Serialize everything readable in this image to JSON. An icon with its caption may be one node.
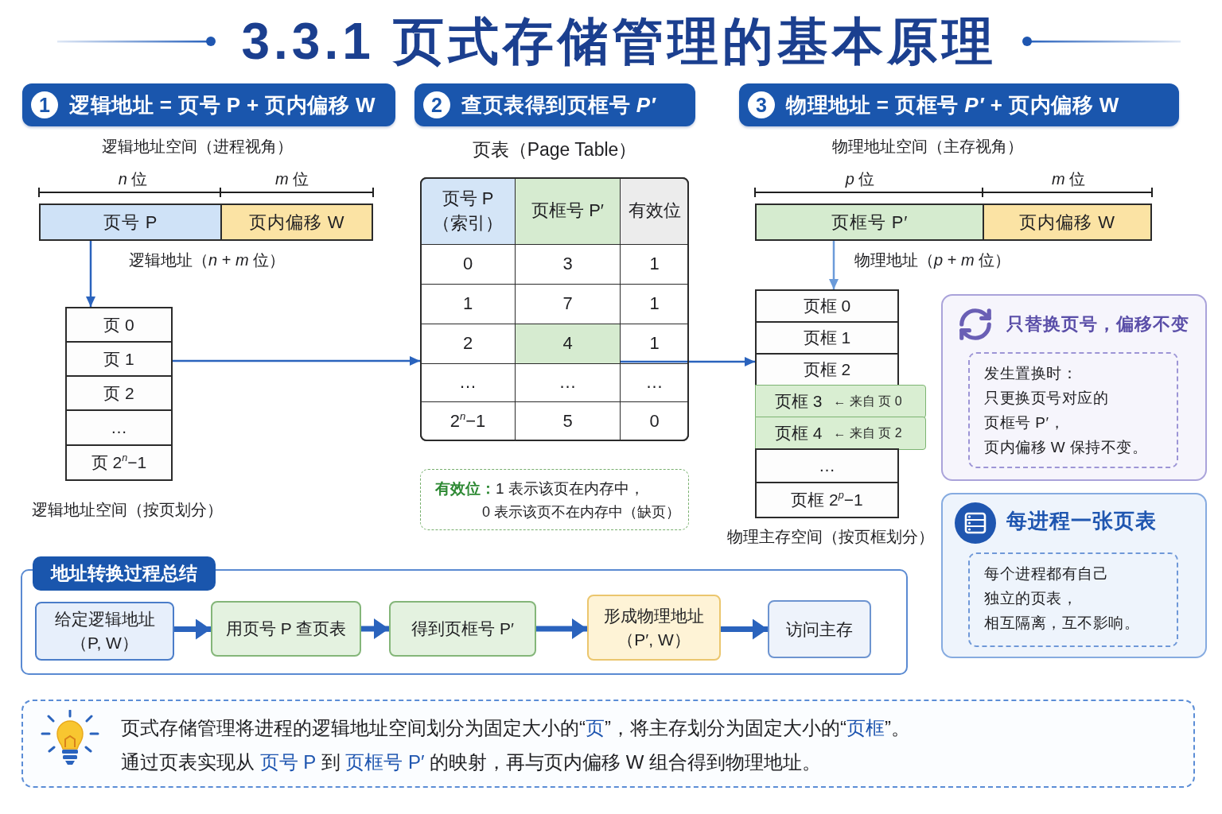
{
  "diagram": {
    "title": "3.3.1 页式存储管理的基本原理",
    "nodes": [
      {
        "text": [
          "1",
          "逻辑地址 = 页号 P + 页内偏移 W"
        ]
      },
      {
        "text": [
          "页号 P"
        ]
      },
      {
        "text": [
          "页内偏移 W"
        ]
      },
      {
        "text": [
          "页 0"
        ]
      },
      {
        "text": [
          "页 1"
        ]
      },
      {
        "text": [
          "页 2"
        ]
      },
      {
        "text": [
          "…"
        ]
      },
      {
        "text": [
          "页 2$^{n}$−1"
        ]
      },
      {
        "text": [
          "2",
          "查页表得到页框号 *P′*"
        ]
      },
      {
        "text": [
          "页表（Page Table）"
        ]
      },
      {
        "text": [
          "页号 P（索引）"
        ],
        "in": 9
      },
      {
        "text": [
          "页框号 P′"
        ],
        "in": 9
      },
      {
        "text": [
          "有效位"
        ],
        "in": 9
      },
      {
        "text": [
          "0"
        ],
        "in": 9
      },
      {
        "text": [
          "3"
        ],
        "in": 9
      },
      {
        "text": [
          "1"
        ],
        "in": 9
      },
      {
        "text": [
          "1"
        ],
        "in": 9
      },
      {
        "text": [
          "7"
        ],
        "in": 9
      },
      {
        "text": [
          "1"
        ],
        "in": 9
      },
      {
        "text": [
          "2"
        ],
        "in": 9
      },
      {
        "text": [
          "4"
        ],
        "in": 9
      },
      {
        "text": [
          "1"
        ],
        "in": 9
      },
      {
        "text": [
          "…"
        ],
        "in": 9
      },
      {
        "text": [
          "…"
        ],
        "in": 9
      },
      {
        "text": [
          "…"
        ],
        "in": 9
      },
      {
        "text": [
          "2$^{n}$−1"
        ],
        "in": 9
      },
      {
        "text": [
          "5"
        ],
        "in": 9
      },
      {
        "text": [
          "0"
        ],
        "in": 9
      },
      {
        "text": [
          "**有效位：**1 表示该页在内存中，",
          "0 表示该页不在内存中（缺页）"
        ]
      },
      {
        "text": [
          "3",
          "物理地址 = 页框号 *P′* + 页内偏移 W"
        ]
      },
      {
        "text": [
          "页框号 P′"
        ]
      },
      {
        "text": [
          "页内偏移 W"
        ]
      },
      {
        "text": [
          "页框 0"
        ]
      },
      {
        "text": [
          "页框 1"
        ]
      },
      {
        "text": [
          "页框 2"
        ]
      },
      {
        "text": [
          "页框 3",
          "← 来自 页 0"
        ]
      },
      {
        "text": [
          "页框 4",
          "← 来自 页 2"
        ]
      },
      {
        "text": [
          "…"
        ]
      },
      {
        "text": [
          "页框 2$^{p}$−1"
        ]
      },
      {
        "text": [
          "只替换页号，偏移不变"
        ]
      },
      {
        "text": [
          "发生置换时：",
          "只更换页号对应的",
          "页框号 P′，",
          "页内偏移 W 保持不变。"
        ],
        "in": 39
      },
      {
        "text": [
          "每进程一张页表"
        ]
      },
      {
        "text": [
          "每个进程都有自己",
          "独立的页表，",
          "相互隔离，互不影响。"
        ],
        "in": 41
      },
      {
        "text": [
          "地址转换过程总结"
        ]
      },
      {
        "text": [
          "给定逻辑地址",
          "（P, W）"
        ],
        "in": 43
      },
      {
        "text": [
          "用页号 P 查页表"
        ],
        "in": 43
      },
      {
        "text": [
          "得到页框号 P′"
        ],
        "in": 43
      },
      {
        "text": [
          "形成物理地址",
          "（P′, W）"
        ],
        "in": 43
      },
      {
        "text": [
          "访问主存"
        ],
        "in": 43
      },
      {
        "text": [
          "页式存储管理将进程的逻辑地址空间划分为固定大小的“**页**”，将主存划分为固定大小的“**页框**”。",
          "通过页表实现从 **页号 P** 到 **页框号 P′** 的映射，再与页内偏移 W 组合得到物理地址。"
        ]
      }
    ],
    "edges": [
      {
        "from": 1,
        "to": 3,
        "arrow": "to"
      },
      {
        "from": 4,
        "to": 19,
        "arrow": "to"
      },
      {
        "from": 20,
        "to": 34,
        "arrow": "to"
      },
      {
        "from": 30,
        "to": 32,
        "arrow": "to",
        "color": "#6b9bd9"
      },
      {
        "from": 44,
        "to": 45,
        "arrow": "to",
        "style": "thick"
      },
      {
        "from": 45,
        "to": 46,
        "arrow": "to",
        "style": "thick"
      },
      {
        "from": 46,
        "to": 47,
        "arrow": "to",
        "style": "thick"
      },
      {
        "from": 47,
        "to": 48,
        "arrow": "to",
        "style": "thick"
      }
    ],
    "labels": [
      "逻辑地址空间（进程视角）",
      "*n* 位",
      "*m* 位",
      "逻辑地址（*n* + *m* 位）",
      "逻辑地址空间（按页划分）",
      "物理地址空间（主存视角）",
      "*p* 位",
      "*m* 位",
      "物理地址（*p* + *m* 位）",
      "物理主存空间（按页框划分）"
    ]
  }
}
